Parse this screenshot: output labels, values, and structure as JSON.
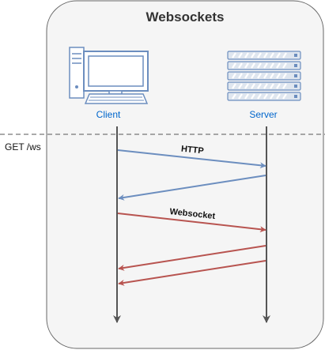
{
  "diagram": {
    "title": "Websockets",
    "side_label": "GET /ws",
    "client": {
      "label": "Client"
    },
    "server": {
      "label": "Server"
    },
    "messages": [
      {
        "label": "HTTP",
        "direction": "client-to-server",
        "color": "#6c8ebf"
      },
      {
        "label": "",
        "direction": "server-to-client",
        "color": "#6c8ebf"
      },
      {
        "label": "Websocket",
        "direction": "client-to-server",
        "color": "#b85450"
      },
      {
        "label": "",
        "direction": "server-to-client",
        "color": "#b85450"
      },
      {
        "label": "",
        "direction": "server-to-client",
        "color": "#b85450"
      }
    ],
    "colors": {
      "frame_fill": "#f5f5f5",
      "frame_stroke": "#666666",
      "lifeline": "#555555",
      "node_label": "#0066cc",
      "http": "#6c8ebf",
      "websocket": "#b85450",
      "divider": "#777777"
    }
  }
}
